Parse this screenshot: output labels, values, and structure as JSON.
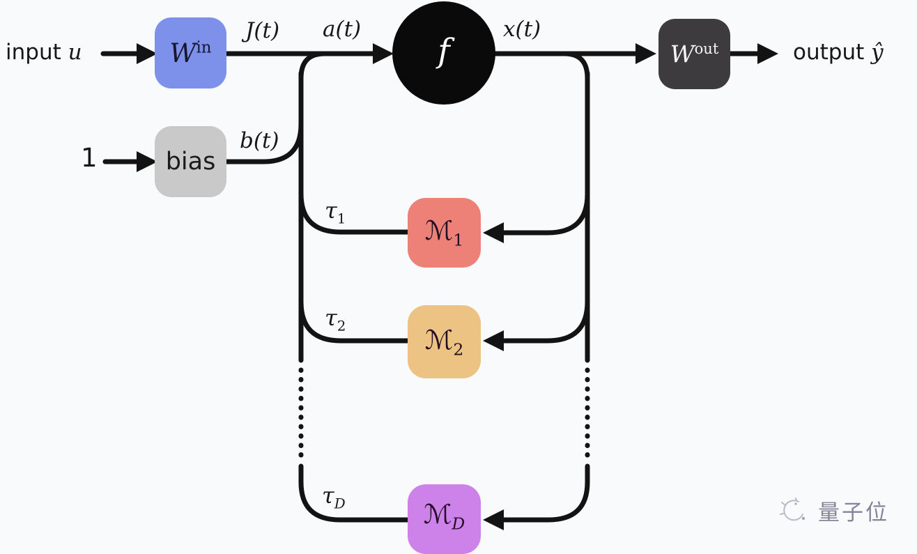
{
  "colors": {
    "background": "#f9fafc",
    "line": "#131313",
    "win_bg": "#7d90ea",
    "win_text": "#16162e",
    "bias_bg": "#c9c9c9",
    "bias_text": "#1b1b1b",
    "f_bg": "#0a0a0a",
    "f_text": "#ffffff",
    "wout_bg": "#3d3b3d",
    "wout_text": "#f5f5f5",
    "m1_bg": "#ee8177",
    "m2_bg": "#edc384",
    "md_bg": "#cd82e9",
    "m_text": "#241024",
    "watermark": "#555873"
  },
  "nodes": {
    "win": {
      "base": "W",
      "sup": "in"
    },
    "bias": {
      "label": "bias"
    },
    "f": {
      "label": "f"
    },
    "wout": {
      "base": "W",
      "sup": "out"
    },
    "m1": {
      "base": "ℳ",
      "sub": "1"
    },
    "m2": {
      "base": "ℳ",
      "sub": "2"
    },
    "md": {
      "base": "ℳ",
      "sub": "D"
    }
  },
  "labels": {
    "input_text": "input",
    "input_var": "u",
    "output_text": "output",
    "output_var": "ŷ",
    "one": "1",
    "j": "J(t)",
    "a": "a(t)",
    "x": "x(t)",
    "b": "b(t)",
    "tau1_base": "τ",
    "tau1_sub": "1",
    "tau2_base": "τ",
    "tau2_sub": "2",
    "taud_base": "τ",
    "taud_sub": "D"
  },
  "watermark": {
    "text": "量子位"
  }
}
